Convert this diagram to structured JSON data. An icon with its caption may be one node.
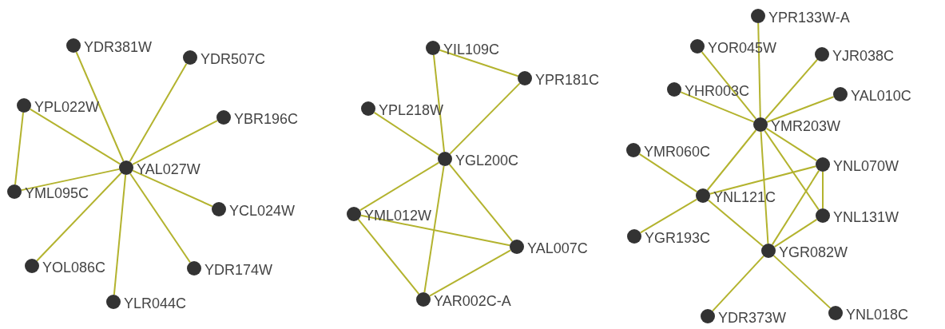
{
  "diagram": {
    "nodes": [
      {
        "text": [],
        "shape": "circle",
        "beside": [
          "YAL027W"
        ]
      },
      {
        "text": [],
        "shape": "circle",
        "beside": [
          "YDR381W"
        ]
      },
      {
        "text": [],
        "shape": "circle",
        "beside": [
          "YDR507C"
        ]
      },
      {
        "text": [],
        "shape": "circle",
        "beside": [
          "YPL022W"
        ]
      },
      {
        "text": [],
        "shape": "circle",
        "beside": [
          "YBR196C"
        ]
      },
      {
        "text": [],
        "shape": "circle",
        "beside": [
          "YML095C"
        ]
      },
      {
        "text": [],
        "shape": "circle",
        "beside": [
          "YCL024W"
        ]
      },
      {
        "text": [],
        "shape": "circle",
        "beside": [
          "YOL086C"
        ]
      },
      {
        "text": [],
        "shape": "circle",
        "beside": [
          "YDR174W"
        ]
      },
      {
        "text": [],
        "shape": "circle",
        "beside": [
          "YLR044C"
        ]
      },
      {
        "text": [],
        "shape": "circle",
        "beside": [
          "YIL109C"
        ]
      },
      {
        "text": [],
        "shape": "circle",
        "beside": [
          "YPR181C"
        ]
      },
      {
        "text": [],
        "shape": "circle",
        "beside": [
          "YPL218W"
        ]
      },
      {
        "text": [],
        "shape": "circle",
        "beside": [
          "YGL200C"
        ]
      },
      {
        "text": [],
        "shape": "circle",
        "beside": [
          "YML012W"
        ]
      },
      {
        "text": [],
        "shape": "circle",
        "beside": [
          "YAL007C"
        ]
      },
      {
        "text": [],
        "shape": "circle",
        "beside": [
          "YAR002C-A"
        ]
      },
      {
        "text": [],
        "shape": "circle",
        "beside": [
          "YPR133W-A"
        ]
      },
      {
        "text": [],
        "shape": "circle",
        "beside": [
          "YOR045W"
        ]
      },
      {
        "text": [],
        "shape": "circle",
        "beside": [
          "YJR038C"
        ]
      },
      {
        "text": [],
        "shape": "circle",
        "beside": [
          "YHR003C"
        ]
      },
      {
        "text": [],
        "shape": "circle",
        "beside": [
          "YAL010C"
        ]
      },
      {
        "text": [],
        "shape": "circle",
        "beside": [
          "YMR203W"
        ]
      },
      {
        "text": [],
        "shape": "circle",
        "beside": [
          "YMR060C"
        ]
      },
      {
        "text": [],
        "shape": "circle",
        "beside": [
          "YNL070W"
        ]
      },
      {
        "text": [],
        "shape": "circle",
        "beside": [
          "YNL121C"
        ]
      },
      {
        "text": [],
        "shape": "circle",
        "beside": [
          "YNL131W"
        ]
      },
      {
        "text": [],
        "shape": "circle",
        "beside": [
          "YGR193C"
        ]
      },
      {
        "text": [],
        "shape": "circle",
        "beside": [
          "YGR082W"
        ]
      },
      {
        "text": [],
        "shape": "circle",
        "beside": [
          "YDR373W"
        ]
      },
      {
        "text": [],
        "shape": "circle",
        "beside": [
          "YNL018C"
        ]
      }
    ],
    "edges": [
      {
        "from": 0,
        "to": 1,
        "arrow": "none"
      },
      {
        "from": 0,
        "to": 2,
        "arrow": "none"
      },
      {
        "from": 0,
        "to": 3,
        "arrow": "none"
      },
      {
        "from": 0,
        "to": 4,
        "arrow": "none"
      },
      {
        "from": 0,
        "to": 5,
        "arrow": "none"
      },
      {
        "from": 0,
        "to": 6,
        "arrow": "none"
      },
      {
        "from": 0,
        "to": 7,
        "arrow": "none"
      },
      {
        "from": 0,
        "to": 8,
        "arrow": "none"
      },
      {
        "from": 0,
        "to": 9,
        "arrow": "none"
      },
      {
        "from": 3,
        "to": 5,
        "arrow": "none"
      },
      {
        "from": 10,
        "to": 11,
        "arrow": "none"
      },
      {
        "from": 10,
        "to": 13,
        "arrow": "none"
      },
      {
        "from": 11,
        "to": 13,
        "arrow": "none"
      },
      {
        "from": 12,
        "to": 13,
        "arrow": "none"
      },
      {
        "from": 13,
        "to": 14,
        "arrow": "none"
      },
      {
        "from": 13,
        "to": 15,
        "arrow": "none"
      },
      {
        "from": 13,
        "to": 16,
        "arrow": "none"
      },
      {
        "from": 14,
        "to": 15,
        "arrow": "none"
      },
      {
        "from": 14,
        "to": 16,
        "arrow": "none"
      },
      {
        "from": 15,
        "to": 16,
        "arrow": "none"
      },
      {
        "from": 22,
        "to": 17,
        "arrow": "none"
      },
      {
        "from": 22,
        "to": 18,
        "arrow": "none"
      },
      {
        "from": 22,
        "to": 19,
        "arrow": "none"
      },
      {
        "from": 22,
        "to": 20,
        "arrow": "none"
      },
      {
        "from": 22,
        "to": 21,
        "arrow": "none"
      },
      {
        "from": 22,
        "to": 25,
        "arrow": "none"
      },
      {
        "from": 22,
        "to": 24,
        "arrow": "none"
      },
      {
        "from": 22,
        "to": 26,
        "arrow": "none"
      },
      {
        "from": 22,
        "to": 28,
        "arrow": "none"
      },
      {
        "from": 23,
        "to": 25,
        "arrow": "none"
      },
      {
        "from": 25,
        "to": 24,
        "arrow": "none"
      },
      {
        "from": 25,
        "to": 27,
        "arrow": "none"
      },
      {
        "from": 25,
        "to": 28,
        "arrow": "none"
      },
      {
        "from": 24,
        "to": 26,
        "arrow": "none"
      },
      {
        "from": 24,
        "to": 28,
        "arrow": "none"
      },
      {
        "from": 26,
        "to": 28,
        "arrow": "none"
      },
      {
        "from": 28,
        "to": 29,
        "arrow": "none"
      },
      {
        "from": 28,
        "to": 30,
        "arrow": "none"
      }
    ]
  }
}
